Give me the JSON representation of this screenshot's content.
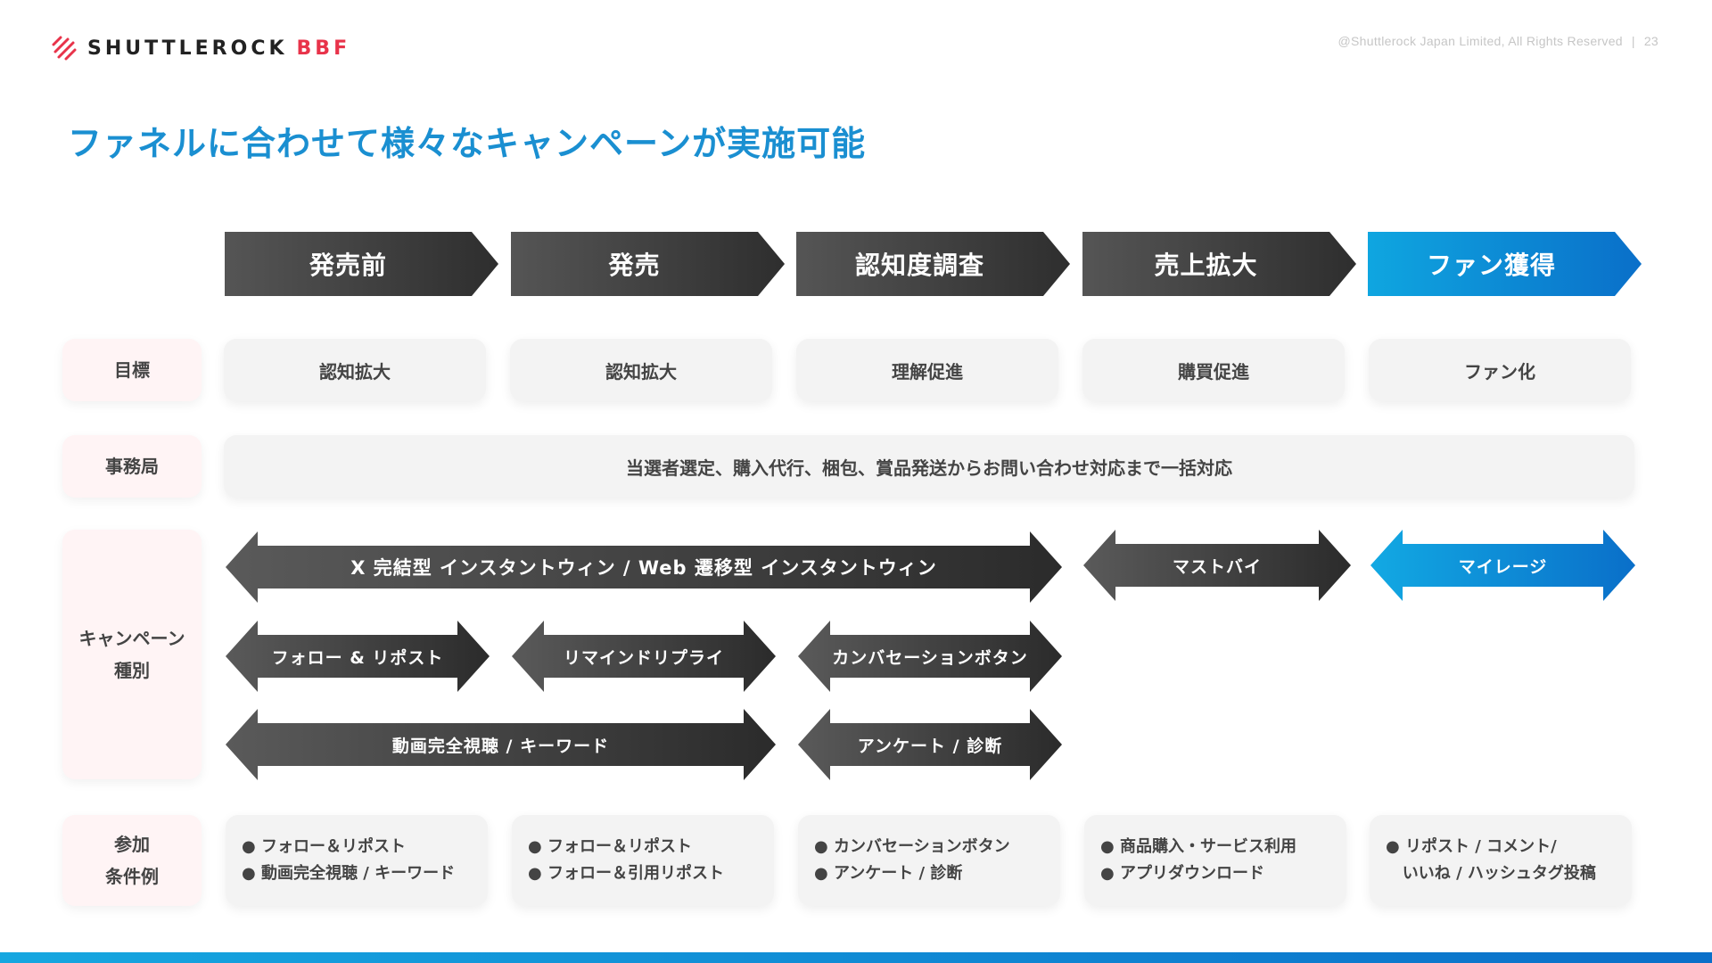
{
  "brand": {
    "name": "SHUTTLEROCK",
    "suffix": "BBF",
    "accent": "#e8334a"
  },
  "footer_right": {
    "copyright": "@Shuttlerock Japan Limited, All Rights Reserved",
    "separator": "|",
    "page": "23"
  },
  "title": "ファネルに合わせて様々なキャンペーンが実施可能",
  "stages": [
    "発売前",
    "発売",
    "認知度調査",
    "売上拡大",
    "ファン獲得"
  ],
  "row_labels": {
    "goal": "目標",
    "office": "事務局",
    "campaign_line1": "キャンペーン",
    "campaign_line2": "種別",
    "cond_line1": "参加",
    "cond_line2": "条件例"
  },
  "goals": [
    "認知拡大",
    "認知拡大",
    "理解促進",
    "購買促進",
    "ファン化"
  ],
  "office_text": "当選者選定、購入代行、梱包、賞品発送からお問い合わせ対応まで一括対応",
  "campaign_types": {
    "instant_win": "X 完結型 インスタントウィン  /  Web 遷移型 インスタントウィン",
    "must_buy": "マストバイ",
    "mileage": "マイレージ",
    "follow_repost": "フォロー & リポスト",
    "remind_reply": "リマインドリプライ",
    "conversation_button": "カンバセーションボタン",
    "video_keyword": "動画完全視聴 / キーワード",
    "survey": "アンケート / 診断"
  },
  "conditions": [
    [
      "● フォロー＆リポスト",
      "● 動画完全視聴 / キーワード"
    ],
    [
      "● フォロー＆リポスト",
      "● フォロー＆引用リポスト"
    ],
    [
      "● カンバセーションボタン",
      "● アンケート / 診断"
    ],
    [
      "● 商品購入・サービス利用",
      "● アプリダウンロード"
    ],
    [
      "● リポスト / コメント/",
      "   いいね / ハッシュタグ投稿"
    ]
  ],
  "colors": {
    "title": "#1a8fd1",
    "dark_arrow": "#3a3a3a",
    "blue_arrow": "#0a8fd6",
    "label_bg": "#fff4f5",
    "box_bg": "#f3f3f3"
  }
}
